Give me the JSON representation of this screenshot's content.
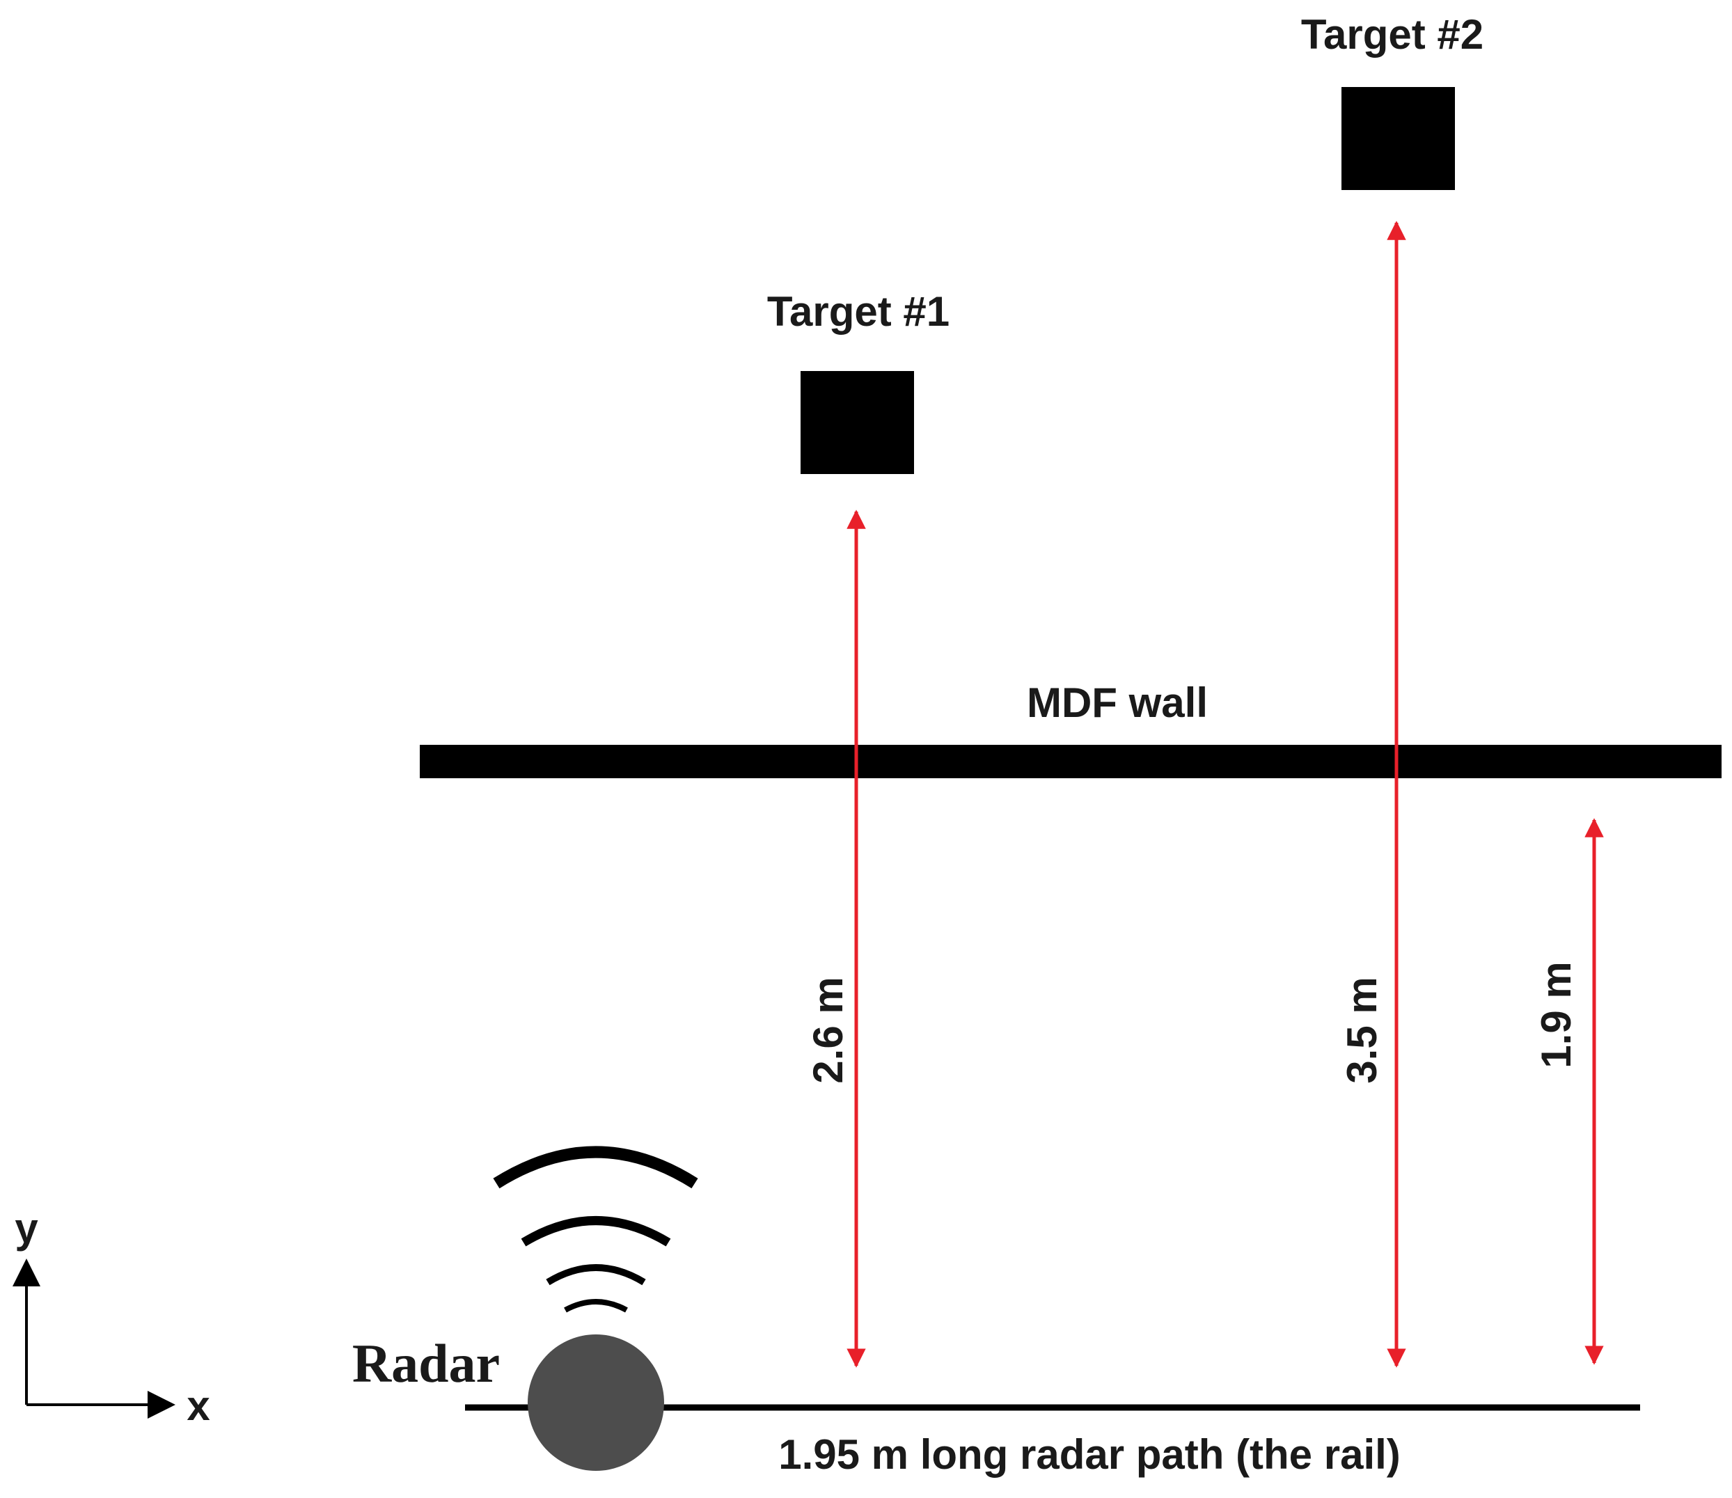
{
  "targets": [
    {
      "label": "Target #1"
    },
    {
      "label": "Target #2"
    }
  ],
  "wall": {
    "label": "MDF wall"
  },
  "distances": [
    {
      "label": "2.6 m",
      "value_m": 2.6,
      "from": "rail",
      "to": "Target #1"
    },
    {
      "label": "3.5 m",
      "value_m": 3.5,
      "from": "rail",
      "to": "Target #2"
    },
    {
      "label": "1.9 m",
      "value_m": 1.9,
      "from": "rail",
      "to": "MDF wall"
    }
  ],
  "radar": {
    "label": "Radar"
  },
  "rail": {
    "label": "1.95 m long radar path (the rail)",
    "length_m": 1.95
  },
  "axes": {
    "x_label": "x",
    "y_label": "y"
  },
  "colors": {
    "arrow": "#e8202a",
    "object": "#000000",
    "radar_body": "#4d4d4d"
  }
}
